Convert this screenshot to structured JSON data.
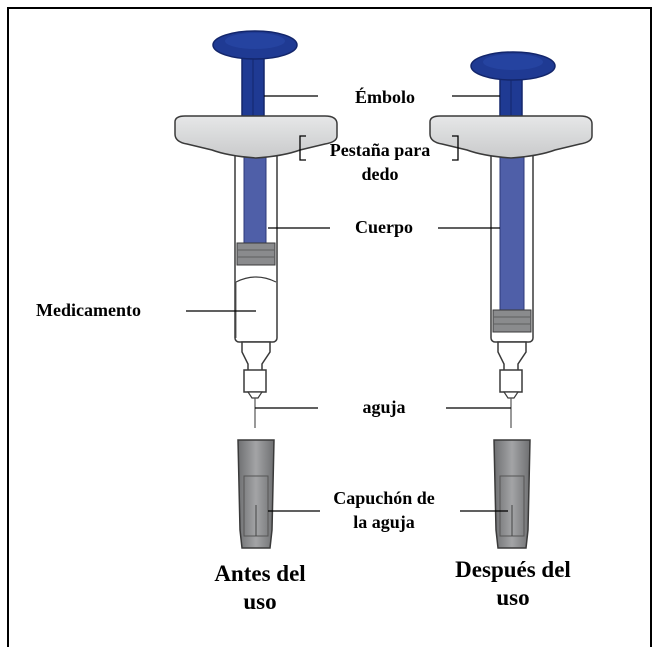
{
  "colors": {
    "plunger": "#1f3a93",
    "plunger_dark": "#13266b",
    "barrel_fill": "#4f5fa8",
    "flange": "#d9dadb",
    "cap": "#8a8b8d",
    "outline": "#3a3a3a"
  },
  "labels": {
    "plunger": "Émbolo",
    "flange_line1": "Pestaña para",
    "flange_line2": "dedo",
    "barrel": "Cuerpo",
    "medication": "Medicamento",
    "needle": "aguja",
    "cap_line1": "Capuchón de",
    "cap_line2": "la aguja"
  },
  "captions": {
    "before_line1": "Antes del",
    "before_line2": "uso",
    "after_line1": "Después del",
    "after_line2": "uso"
  }
}
